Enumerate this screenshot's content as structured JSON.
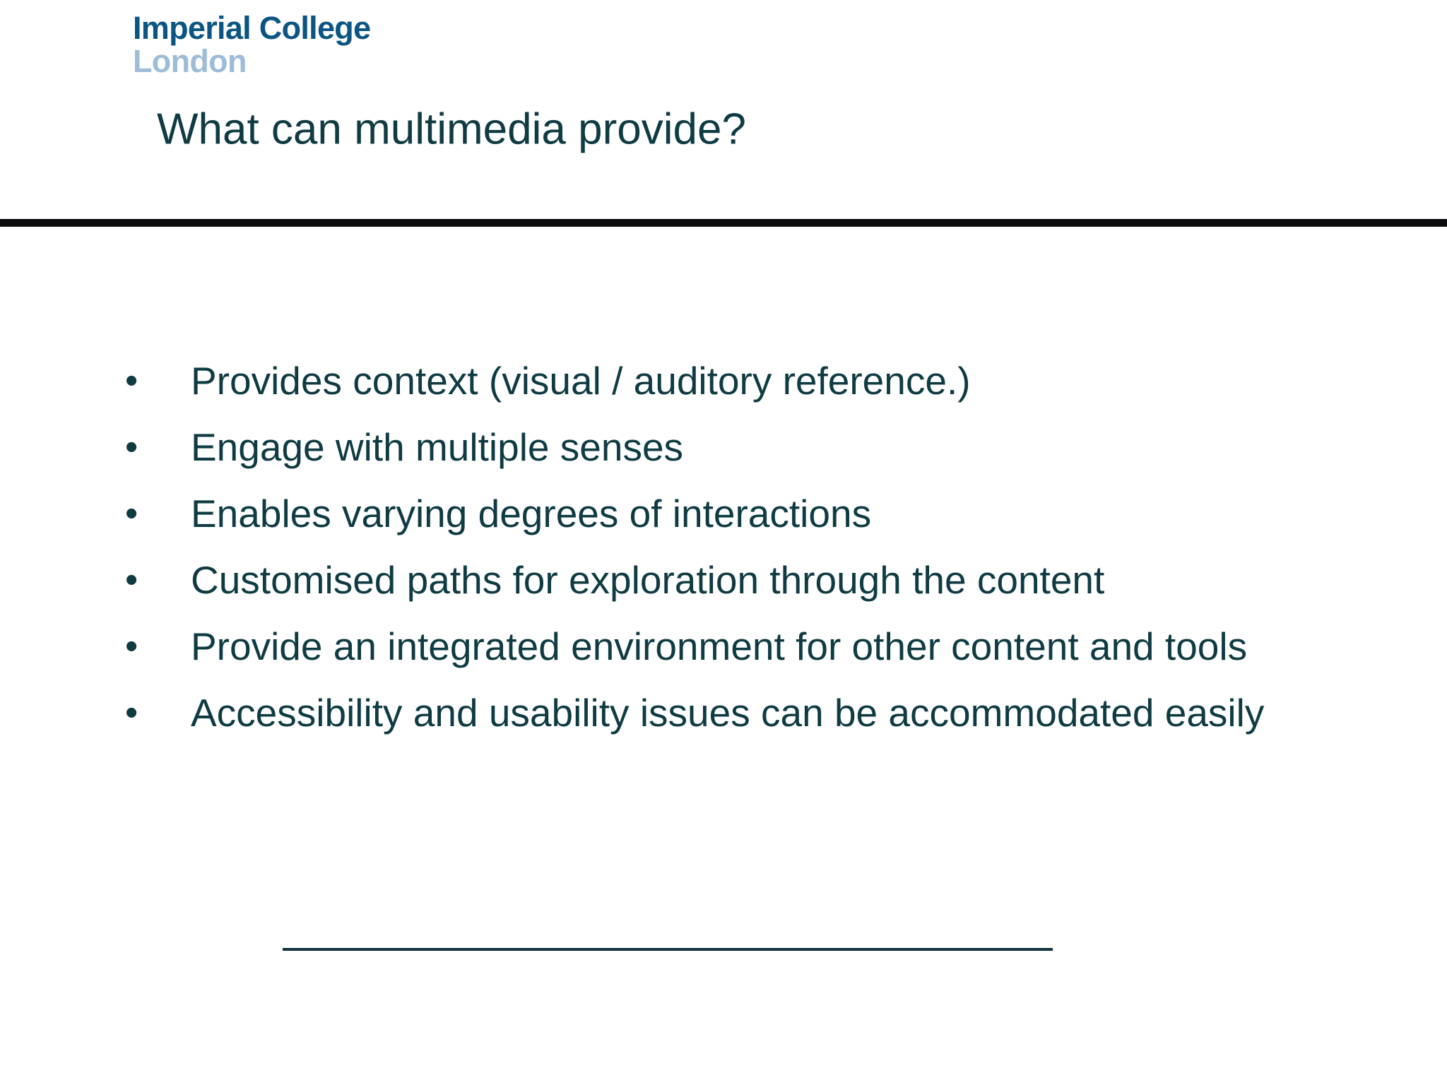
{
  "slide": {
    "logo": {
      "line1": "Imperial College",
      "line2": "London",
      "color_line1": "#0b5583",
      "color_line2": "#9dbcd8"
    },
    "title": "What can multimedia provide?",
    "title_color": "#0f3b42",
    "header_rule_color": "#0b0b0d",
    "bottom_rule_color": "#12343d",
    "background_color": "#ffffff",
    "bullet_marker": "•",
    "bullets": [
      {
        "text": "Provides context (visual / auditory reference.)"
      },
      {
        "text": "Engage with multiple senses"
      },
      {
        "text": "Enables varying degrees of interactions"
      },
      {
        "text": "Customised paths for exploration through the content"
      },
      {
        "text": "Provide an integrated environment for other content and tools"
      },
      {
        "text": "Accessibility and usability issues can be accommodated easily"
      }
    ]
  }
}
